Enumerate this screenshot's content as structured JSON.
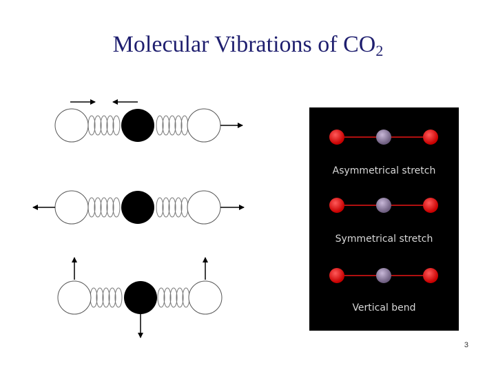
{
  "slide": {
    "title_main": "Molecular Vibrations of CO",
    "title_sub": "2",
    "page_number": "3"
  },
  "panel": {
    "labels": [
      "Asymmetrical stretch",
      "Symmetrical stretch",
      "Vertical bend"
    ]
  },
  "colors": {
    "title": "#1f1f6f",
    "oxygen_atom": "#e01010",
    "carbon_atom": "#8a7a9a",
    "panel_background": "#000000",
    "panel_text": "#d8d8d8"
  }
}
